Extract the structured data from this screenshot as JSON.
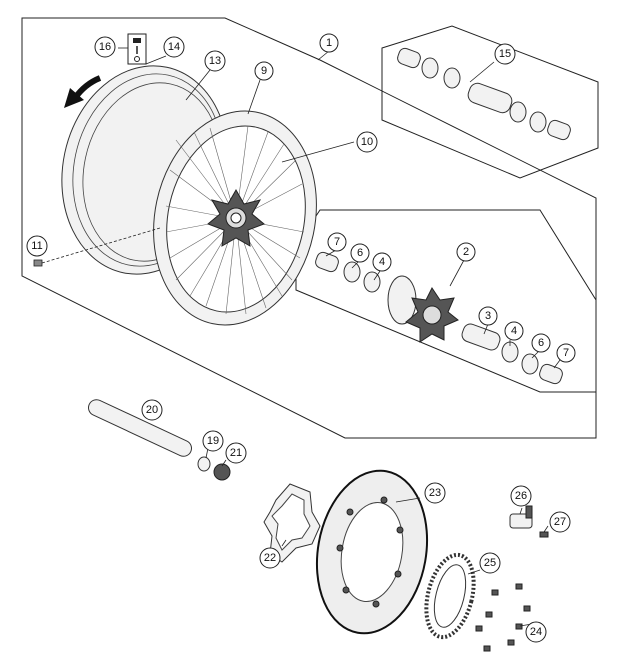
{
  "callouts": {
    "c1": "1",
    "c2": "2",
    "c3": "3",
    "c4a": "4",
    "c4b": "4",
    "c6a": "6",
    "c6b": "6",
    "c7a": "7",
    "c7b": "7",
    "c9": "9",
    "c10": "10",
    "c11": "11",
    "c13": "13",
    "c14": "14",
    "c15": "15",
    "c16": "16",
    "c19": "19",
    "c20": "20",
    "c21": "21",
    "c22": "22",
    "c23": "23",
    "c24": "24",
    "c25": "25",
    "c26": "26",
    "c27": "27"
  }
}
